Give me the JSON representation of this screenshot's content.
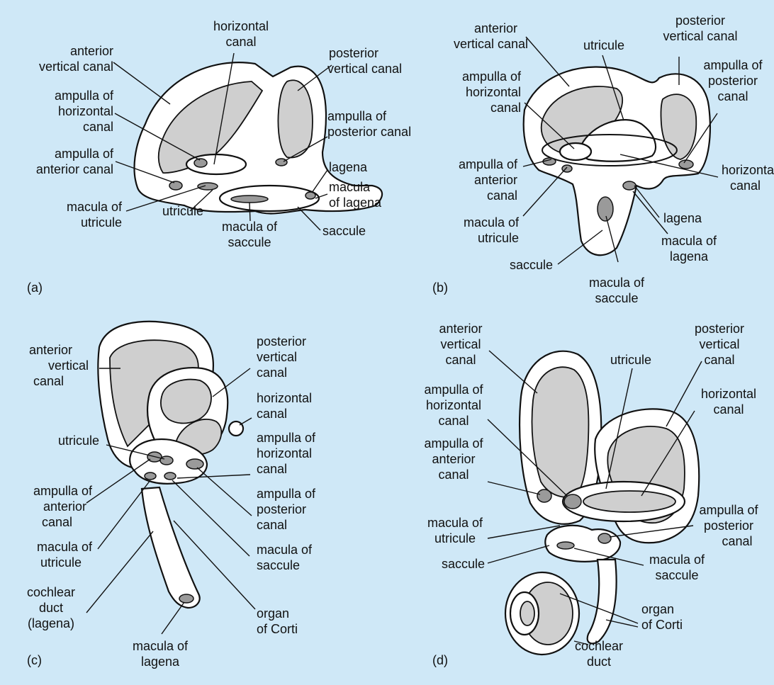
{
  "colors": {
    "background": "#cfe8f7",
    "fill": "#cfcfcf",
    "line": "#111111"
  },
  "panels": {
    "a": {
      "tag": "(a)",
      "labels": {
        "anterior_vertical_canal": [
          "anterior",
          "vertical canal"
        ],
        "horizontal_canal": [
          "horizontal",
          "canal"
        ],
        "posterior_vertical_canal": [
          "posterior",
          "vertical canal"
        ],
        "ampulla_of_horizontal_canal": [
          "ampulla of",
          "horizontal",
          "canal"
        ],
        "ampulla_of_posterior_canal": [
          "ampulla of",
          "posterior canal"
        ],
        "ampulla_of_anterior_canal": [
          "ampulla of",
          "anterior canal"
        ],
        "lagena": [
          "lagena"
        ],
        "macula_of_lagena": [
          "macula",
          "of lagena"
        ],
        "macula_of_utricule": [
          "macula of",
          "utricule"
        ],
        "utricule": [
          "utricule"
        ],
        "macula_of_saccule": [
          "macula of",
          "saccule"
        ],
        "saccule": [
          "saccule"
        ]
      }
    },
    "b": {
      "tag": "(b)",
      "labels": {
        "anterior_vertical_canal": [
          "anterior",
          "vertical canal"
        ],
        "utricule": [
          "utricule"
        ],
        "posterior_vertical_canal": [
          "posterior",
          "vertical canal"
        ],
        "ampulla_of_horizontal_canal": [
          "ampulla of",
          "horizontal",
          "canal"
        ],
        "ampulla_of_posterior_canal": [
          "ampulla of",
          "posterior",
          "canal"
        ],
        "ampulla_of_anterior_canal": [
          "ampulla of",
          "anterior",
          "canal"
        ],
        "horizontal_canal": [
          "horizontal",
          "canal"
        ],
        "macula_of_utricule": [
          "macula of",
          "utricule"
        ],
        "lagena": [
          "lagena"
        ],
        "macula_of_lagena": [
          "macula of",
          "lagena"
        ],
        "saccule": [
          "saccule"
        ],
        "macula_of_saccule": [
          "macula of",
          "saccule"
        ]
      }
    },
    "c": {
      "tag": "(c)",
      "labels": {
        "anterior_vertical_canal": [
          "anterior",
          "vertical",
          "canal"
        ],
        "posterior_vertical_canal": [
          "posterior",
          "vertical",
          "canal"
        ],
        "horizontal_canal": [
          "horizontal",
          "canal"
        ],
        "utricule": [
          "utricule"
        ],
        "ampulla_of_horizontal_canal": [
          "ampulla of",
          "horizontal",
          "canal"
        ],
        "ampulla_of_anterior_canal": [
          "ampulla of",
          "anterior",
          "canal"
        ],
        "ampulla_of_posterior_canal": [
          "ampulla of",
          "posterior",
          "canal"
        ],
        "macula_of_utricule": [
          "macula of",
          "utricule"
        ],
        "macula_of_saccule": [
          "macula of",
          "saccule"
        ],
        "cochlear_duct": [
          "cochlear",
          "duct",
          "(lagena)"
        ],
        "organ_of_corti": [
          "organ",
          "of Corti"
        ],
        "macula_of_lagena": [
          "macula of",
          "lagena"
        ]
      }
    },
    "d": {
      "tag": "(d)",
      "labels": {
        "anterior_vertical_canal": [
          "anterior",
          "vertical",
          "canal"
        ],
        "utricule": [
          "utricule"
        ],
        "posterior_vertical_canal": [
          "posterior",
          "vertical",
          "canal"
        ],
        "ampulla_of_horizontal_canal": [
          "ampulla of",
          "horizontal",
          "canal"
        ],
        "horizontal_canal": [
          "horizontal",
          "canal"
        ],
        "ampulla_of_anterior_canal": [
          "ampulla of",
          "anterior",
          "canal"
        ],
        "macula_of_utricule": [
          "macula of",
          "utricule"
        ],
        "ampulla_of_posterior_canal": [
          "ampulla of",
          "posterior",
          "canal"
        ],
        "saccule": [
          "saccule"
        ],
        "macula_of_saccule": [
          "macula of",
          "saccule"
        ],
        "organ_of_corti": [
          "organ",
          "of Corti"
        ],
        "cochlear_duct": [
          "cochlear",
          "duct"
        ]
      }
    }
  }
}
